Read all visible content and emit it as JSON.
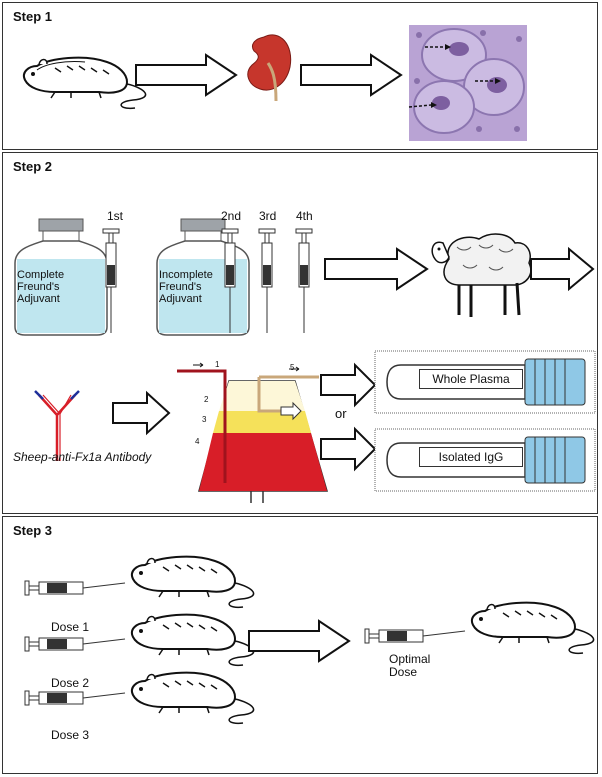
{
  "step1": {
    "title": "Step 1"
  },
  "step2": {
    "title": "Step 2",
    "vial1": [
      "Complete",
      "Freund's",
      "Adjuvant"
    ],
    "vial2": [
      "Incomplete",
      "Freund's",
      "Adjuvant"
    ],
    "injections": [
      "1st",
      "2nd",
      "3rd",
      "4th"
    ],
    "antibody_label": "Sheep-anti-Fx1a Antibody",
    "column_numbers": [
      "1",
      "2",
      "3",
      "4",
      "5"
    ],
    "or_label": "or",
    "tube1": "Whole Plasma",
    "tube2": "Isolated IgG"
  },
  "step3": {
    "title": "Step 3",
    "doses": [
      "Dose 1",
      "Dose 2",
      "Dose 3"
    ],
    "optimal": [
      "Optimal",
      "Dose"
    ]
  },
  "colors": {
    "kidney": "#c6362c",
    "serum_yellow": "#f5e15a",
    "serum_red": "#d81e28",
    "tube_cap": "#8fc8e6",
    "vial_fluid": "#bfe6ef",
    "tissue": "#b9a3d4"
  }
}
